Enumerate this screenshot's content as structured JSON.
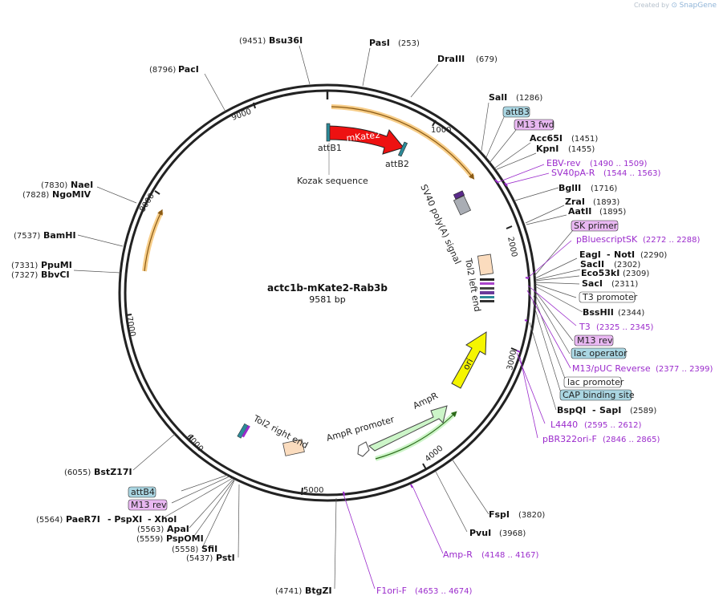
{
  "watermark": {
    "prefix": "Created by",
    "brand": "SnapGene"
  },
  "plasmid": {
    "name": "actc1b-mKate2-Rab3b",
    "length_label": "9581 bp"
  },
  "ticks": [
    "1000",
    "2000",
    "3000",
    "4000",
    "5000",
    "6000",
    "7000",
    "8000",
    "9000"
  ],
  "features": {
    "mkate2": "mKate2",
    "attb1": "attB1",
    "attb2": "attB2",
    "kozak": "Kozak sequence",
    "sv40": "SV40 poly(A) signal",
    "tol2_left": "Tol2 left end",
    "ori": "ori",
    "ampr": "AmpR",
    "ampr_promoter": "AmpR promoter",
    "tol2_right": "Tol2 right end"
  },
  "sites_top": [
    {
      "pos": "(9451)",
      "name": "Bsu36I"
    },
    {
      "name": "PasI",
      "pos": "(253)"
    },
    {
      "name": "DraIII",
      "pos": "(679)"
    },
    {
      "pos": "(8796)",
      "name": "PacI"
    }
  ],
  "sites_right": [
    {
      "name": "SalI",
      "pos": "(1286)"
    },
    {
      "box": "attB3"
    },
    {
      "box": "M13 fwd"
    },
    {
      "name": "Acc65I",
      "pos": "(1451)"
    },
    {
      "name": "KpnI",
      "pos": "(1455)"
    },
    {
      "name": "EBV-rev",
      "pos": "(1490 .. 1509)"
    },
    {
      "name": "SV40pA-R",
      "pos": "(1544 .. 1563)"
    },
    {
      "name": "BglII",
      "pos": "(1716)"
    },
    {
      "name": "ZraI",
      "pos": "(1893)"
    },
    {
      "name": "AatII",
      "pos": "(1895)"
    },
    {
      "box": "SK primer"
    },
    {
      "name": "pBluescriptSK",
      "pos": "(2272 .. 2288)"
    },
    {
      "name": "EagI",
      "sep": "-",
      "name2": "NotI",
      "pos": "(2290)"
    },
    {
      "name": "SacII",
      "pos": "(2302)"
    },
    {
      "name": "Eco53kI",
      "pos": "(2309)"
    },
    {
      "name": "SacI",
      "pos": "(2311)"
    },
    {
      "box": "T3 promoter"
    },
    {
      "name": "BssHII",
      "pos": "(2344)"
    },
    {
      "name": "T3",
      "pos": "(2325 .. 2345)"
    },
    {
      "box": "M13 rev"
    },
    {
      "box": "lac operator"
    },
    {
      "name": "M13/pUC Reverse",
      "pos": "(2377 .. 2399)"
    },
    {
      "box": "lac promoter"
    },
    {
      "box": "CAP binding site"
    },
    {
      "name": "BspQI",
      "sep": "-",
      "name2": "SapI",
      "pos": "(2589)"
    },
    {
      "name": "L4440",
      "pos": "(2595 .. 2612)"
    },
    {
      "name": "pBR322ori-F",
      "pos": "(2846 .. 2865)"
    }
  ],
  "sites_left": [
    {
      "pos": "(7830)",
      "name": "NaeI"
    },
    {
      "pos": "(7828)",
      "name": "NgoMIV"
    },
    {
      "pos": "(7537)",
      "name": "BamHI"
    },
    {
      "pos": "(7331)",
      "name": "PpuMI"
    },
    {
      "pos": "(7327)",
      "name": "BbvCI"
    }
  ],
  "sites_bottom": [
    {
      "name": "FspI",
      "pos": "(3820)"
    },
    {
      "name": "PvuI",
      "pos": "(3968)"
    },
    {
      "name": "Amp-R",
      "pos": "(4148 .. 4167)"
    },
    {
      "name": "F1ori-F",
      "pos": "(4653 .. 4674)"
    },
    {
      "pos": "(4741)",
      "name": "BtgZI"
    },
    {
      "pos": "(6055)",
      "name": "BstZ17I"
    },
    {
      "box": "attB4"
    },
    {
      "box": "M13 rev"
    },
    {
      "pos": "(5564)",
      "name": "PaeR7I",
      "sep": "- PspXI",
      "name2": "- XhoI"
    },
    {
      "pos": "(5563)",
      "name": "ApaI"
    },
    {
      "pos": "(5559)",
      "name": "PspOMI"
    },
    {
      "pos": "(5558)",
      "name": "SfiI"
    },
    {
      "pos": "(5437)",
      "name": "PstI"
    }
  ],
  "colors": {
    "mkate2": "#ee1111",
    "ori": "#f5f500",
    "ampr": "#ccf5c8",
    "tol2": "#fbdcbe",
    "sv40": "#a9adb4",
    "primer": "#9b2bcc",
    "blue_box": "#aad6e2",
    "purple_box": "#e9b8f2",
    "orange_orf": "#f7cd88",
    "green_orf": "#3e8a24"
  }
}
